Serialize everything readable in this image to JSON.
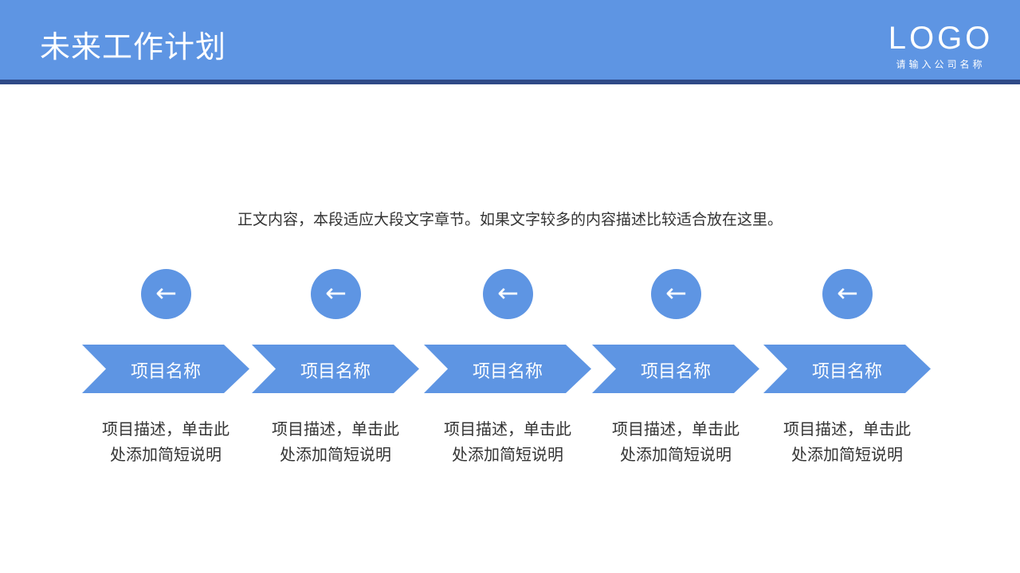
{
  "header": {
    "title": "未来工作计划",
    "logo": "LOGO",
    "logo_sub": "请输入公司名称"
  },
  "intro": "正文内容，本段适应大段文字章节。如果文字较多的内容描述比较适合放在这里。",
  "colors": {
    "accent": "#5e95e3",
    "band": "#2f4a87"
  },
  "items": [
    {
      "icon": "arrow-left-icon",
      "name": "项目名称",
      "desc1": "项目描述，单击此",
      "desc2": "处添加简短说明"
    },
    {
      "icon": "arrow-left-icon",
      "name": "项目名称",
      "desc1": "项目描述，单击此",
      "desc2": "处添加简短说明"
    },
    {
      "icon": "arrow-left-icon",
      "name": "项目名称",
      "desc1": "项目描述，单击此",
      "desc2": "处添加简短说明"
    },
    {
      "icon": "arrow-left-icon",
      "name": "项目名称",
      "desc1": "项目描述，单击此",
      "desc2": "处添加简短说明"
    },
    {
      "icon": "arrow-left-icon",
      "name": "项目名称",
      "desc1": "项目描述，单击此",
      "desc2": "处添加简短说明"
    }
  ]
}
